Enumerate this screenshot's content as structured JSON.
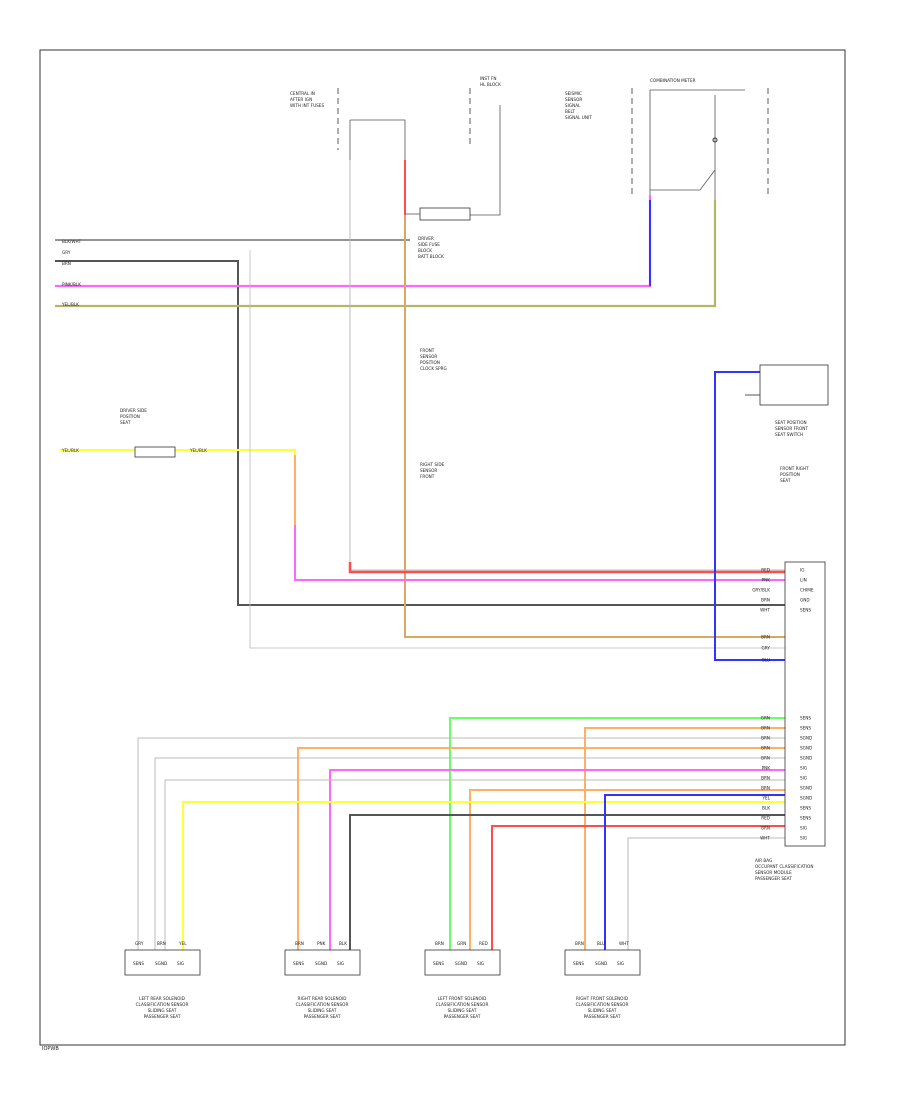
{
  "page": {
    "code": "IOPWB"
  },
  "colors": {
    "red": "#ff4d4d",
    "pink": "#ff66ff",
    "blue": "#3333ff",
    "yellow": "#ffff33",
    "green": "#66ff66",
    "orange": "#ffb066",
    "tan": "#d9a860",
    "gray": "#555555",
    "lightgray": "#bbbbbb",
    "olive": "#b5b56a"
  },
  "labels": {
    "top_left_ref": [
      "CENTRAL IN",
      "AFTER IGN",
      "WITH INT FUSES"
    ],
    "top_mid_ref": [
      "INST FN",
      "HL BLOCK"
    ],
    "top_mid_right_ref": [
      "SEISMIC",
      "SENSOR",
      "SIGNAL",
      "BELT",
      "SIGNAL UNIT"
    ],
    "combination_meter": "COMBINATION METER",
    "driver_fuse_block": [
      "DRIVER",
      "SIDE FUSE",
      "BLOCK",
      "BATT BLOCK"
    ],
    "lamp_1": [
      "FRONT",
      "SENSOR",
      "POSITION",
      "CLOCK SPRG"
    ],
    "lamp_2": [
      "RIGHT SIDE",
      "SENSOR",
      "FRONT"
    ],
    "seat_switch": [
      "SEAT POSITION",
      "SENSOR FRONT",
      "SEAT SWITCH"
    ],
    "front_right": [
      "FRONT RIGHT",
      "POSITION",
      "SEAT"
    ],
    "front_left_ref": [
      "DRIVER SIDE",
      "POSITION",
      "SEAT"
    ],
    "airbag_module": [
      "AIR BAG",
      "OCCUPANT CLASSIFICATION",
      "SENSOR MODULE",
      "PASSENGER SEAT"
    ],
    "left_wires": [
      "BLK/WHT",
      "GRY",
      "BRN",
      "PINK/BLK",
      "YEL/BLK"
    ],
    "left_connector_labels": [
      "YEL/BLK",
      "YEL/BLK"
    ],
    "sensor_boxes": [
      {
        "pins": [
          "GRY",
          "BRN",
          "YEL"
        ],
        "cells": [
          "SENS",
          "SGND",
          "SIG"
        ],
        "caption": [
          "LEFT REAR SOLENOID",
          "CLASSIFICATION SENSOR",
          "SLIDING SEAT",
          "PASSENGER SEAT"
        ]
      },
      {
        "pins": [
          "BRN",
          "PNK",
          "BLK"
        ],
        "cells": [
          "SENS",
          "SGND",
          "SIG"
        ],
        "caption": [
          "RIGHT REAR SOLENOID",
          "CLASSIFICATION SENSOR",
          "SLIDING SEAT",
          "PASSENGER SEAT"
        ]
      },
      {
        "pins": [
          "BRN",
          "GRN",
          "RED"
        ],
        "cells": [
          "SENS",
          "SGND",
          "SIG"
        ],
        "caption": [
          "LEFT FRONT SOLENOID",
          "CLASSIFICATION SENSOR",
          "SLIDING SEAT",
          "PASSENGER SEAT"
        ]
      },
      {
        "pins": [
          "BRN",
          "BLU",
          "WHT"
        ],
        "cells": [
          "SENS",
          "SGND",
          "SIG"
        ],
        "caption": [
          "RIGHT FRONT SOLENOID",
          "CLASSIFICATION SENSOR",
          "SLIDING SEAT",
          "PASSENGER SEAT"
        ]
      }
    ],
    "module_pins_top": [
      "RED",
      "PNK",
      "GRY/BLK",
      "BRN",
      "WHT"
    ],
    "module_pins_right_top": [
      "IG",
      "LIN",
      "CHIME",
      "GND",
      "SENS"
    ],
    "module_pins_mid": [
      "BRN",
      "GRY",
      "BLU"
    ],
    "module_pins_bottom": [
      "GRN",
      "BRN",
      "BRN",
      "BRN",
      "BRN",
      "PNK",
      "BRN",
      "BRN",
      "YEL",
      "BLK",
      "RED",
      "BRN",
      "WHT"
    ],
    "module_pins_right_bottom": [
      "SENS",
      "SENS",
      "SGND",
      "SGND",
      "SGND",
      "SIG",
      "SIG",
      "SGND",
      "SGND",
      "SENS",
      "SENS",
      "SIG",
      "SIG"
    ]
  }
}
